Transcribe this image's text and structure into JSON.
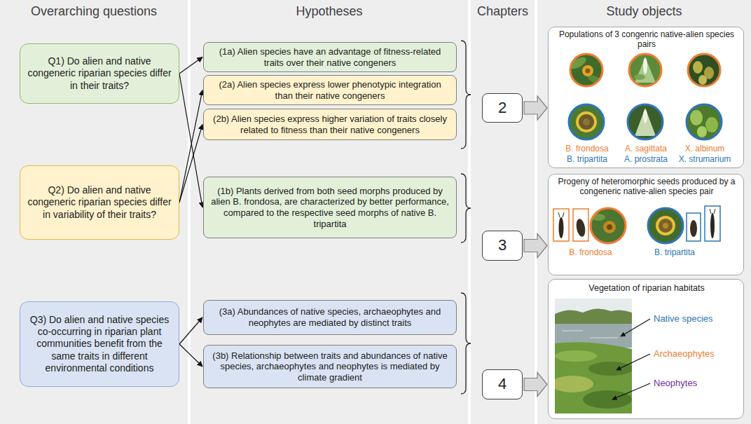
{
  "diagram": {
    "nodes": [
      {
        "text": [
          "Q1) Do alien and native congeneric riparian species differ in their traits?"
        ]
      },
      {
        "text": [
          "Q2) Do alien and native congeneric riparian species differ in variability of their traits?"
        ]
      },
      {
        "text": [
          "Q3) Do alien and native species co-occurring in riparian plant communities benefit from the same traits in different environmental conditions"
        ]
      },
      {
        "text": [
          "(1a) Alien species have an advantage of fitness-related traits over their native congeners"
        ]
      },
      {
        "text": [
          "(2a) Alien species express lower phenotypic integration than their native congeners"
        ]
      },
      {
        "text": [
          "(2b) Alien species express higher variation of traits closely related to fitness than their native congeners"
        ]
      },
      {
        "text": [
          "(1b) Plants derived from both seed morphs produced by alien B. frondosa, are characterized by better performance, compared to the respective seed morphs of native B. tripartita"
        ]
      },
      {
        "text": [
          "(3a) Abundances of native species, archaeophytes and neophytes are mediated by distinct traits"
        ]
      },
      {
        "text": [
          "(3b) Relationship between traits and abundances of native species, archaeophytes and neophytes is mediated by climate gradient"
        ]
      },
      {
        "text": [
          "2"
        ]
      },
      {
        "text": [
          "3"
        ]
      },
      {
        "text": [
          "4"
        ]
      },
      {
        "text": [
          "Populations of 3 congenric native-alien species pairs",
          "B. frondosa",
          "A. sagittata",
          "X. albinum",
          "B. tripartita",
          "A. prostrata",
          "X. strumarium"
        ]
      },
      {
        "text": [
          "Progeny of heteromorphic seeds produced by a congeneric native-alien species pair",
          "B. frondosa",
          "B. tripartita"
        ]
      },
      {
        "text": [
          "Vegetation of riparian habitats",
          "Native species",
          "Archaeophytes",
          "Neophytes"
        ]
      }
    ],
    "edges": [
      {
        "from": 0,
        "to": 3,
        "arrow": "to"
      },
      {
        "from": 0,
        "to": 6,
        "arrow": "to"
      },
      {
        "from": 1,
        "to": 4,
        "arrow": "to"
      },
      {
        "from": 1,
        "to": 5,
        "arrow": "to"
      },
      {
        "from": 2,
        "to": 7,
        "arrow": "to"
      },
      {
        "from": 2,
        "to": 8,
        "arrow": "to"
      },
      {
        "from": 9,
        "to": 12,
        "arrow": "to"
      },
      {
        "from": 10,
        "to": 13,
        "arrow": "to"
      },
      {
        "from": 11,
        "to": 14,
        "arrow": "to"
      }
    ],
    "labels": [
      "Overarching questions",
      "Hypotheses",
      "Chapters",
      "Study objects"
    ]
  }
}
